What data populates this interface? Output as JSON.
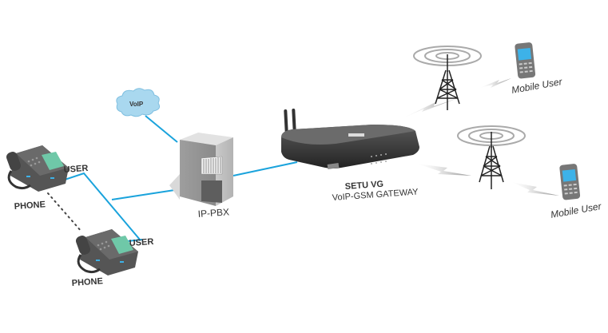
{
  "diagram": {
    "nodes": {
      "phone_top": {
        "label": "PHONE",
        "user_label": "USER"
      },
      "phone_bottom": {
        "label": "PHONE",
        "user_label": "USER"
      },
      "voip_cloud": {
        "label": "VoIP"
      },
      "ip_pbx": {
        "label": "IP-PBX"
      },
      "gateway": {
        "name": "SETU VG",
        "subtitle": "VoIP-GSM GATEWAY"
      },
      "tower_top": {
        "label": ""
      },
      "tower_bottom": {
        "label": ""
      },
      "mobile_top": {
        "label": "Mobile User"
      },
      "mobile_bottom": {
        "label": "Mobile User"
      }
    },
    "connections": [
      {
        "from": "phone_top",
        "to": "ip_pbx",
        "type": "wired"
      },
      {
        "from": "phone_bottom",
        "to": "ip_pbx",
        "type": "wired"
      },
      {
        "from": "phone_top",
        "to": "phone_bottom",
        "type": "dotted"
      },
      {
        "from": "voip_cloud",
        "to": "ip_pbx",
        "type": "wired"
      },
      {
        "from": "ip_pbx",
        "to": "gateway",
        "type": "wired"
      },
      {
        "from": "gateway",
        "to": "tower_top",
        "type": "wireless"
      },
      {
        "from": "gateway",
        "to": "tower_bottom",
        "type": "wireless"
      },
      {
        "from": "tower_top",
        "to": "mobile_top",
        "type": "wireless"
      },
      {
        "from": "tower_bottom",
        "to": "mobile_bottom",
        "type": "wireless"
      }
    ],
    "colors": {
      "wire": "#1aa3dc",
      "cloud": "#a9d8ef",
      "screen": "#6fc8a8",
      "mobile_screen": "#3db2e8"
    }
  }
}
